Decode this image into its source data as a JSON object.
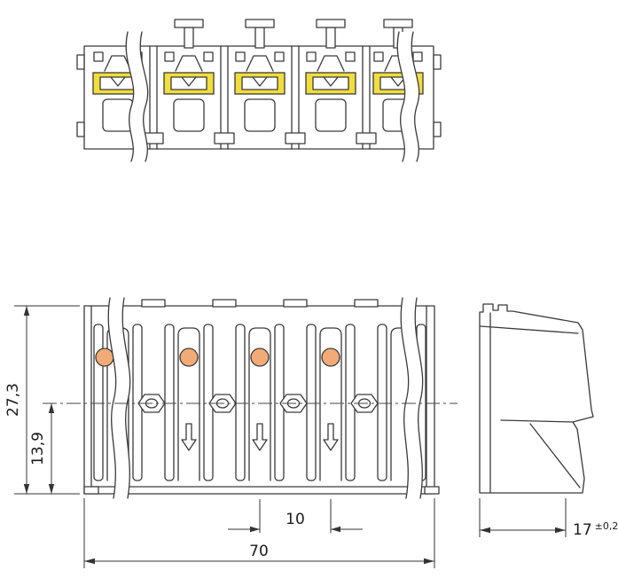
{
  "drawing": {
    "dim_height_total": "27,3",
    "dim_height_center": "13,9",
    "dim_pitch": "10",
    "dim_width": "70",
    "dim_depth": "17",
    "dim_depth_tol": "±0,2"
  },
  "colors": {
    "busbar_yellow": "#f1dd3e",
    "button_orange": "#f2ab76",
    "line": "#3a3a3a"
  }
}
